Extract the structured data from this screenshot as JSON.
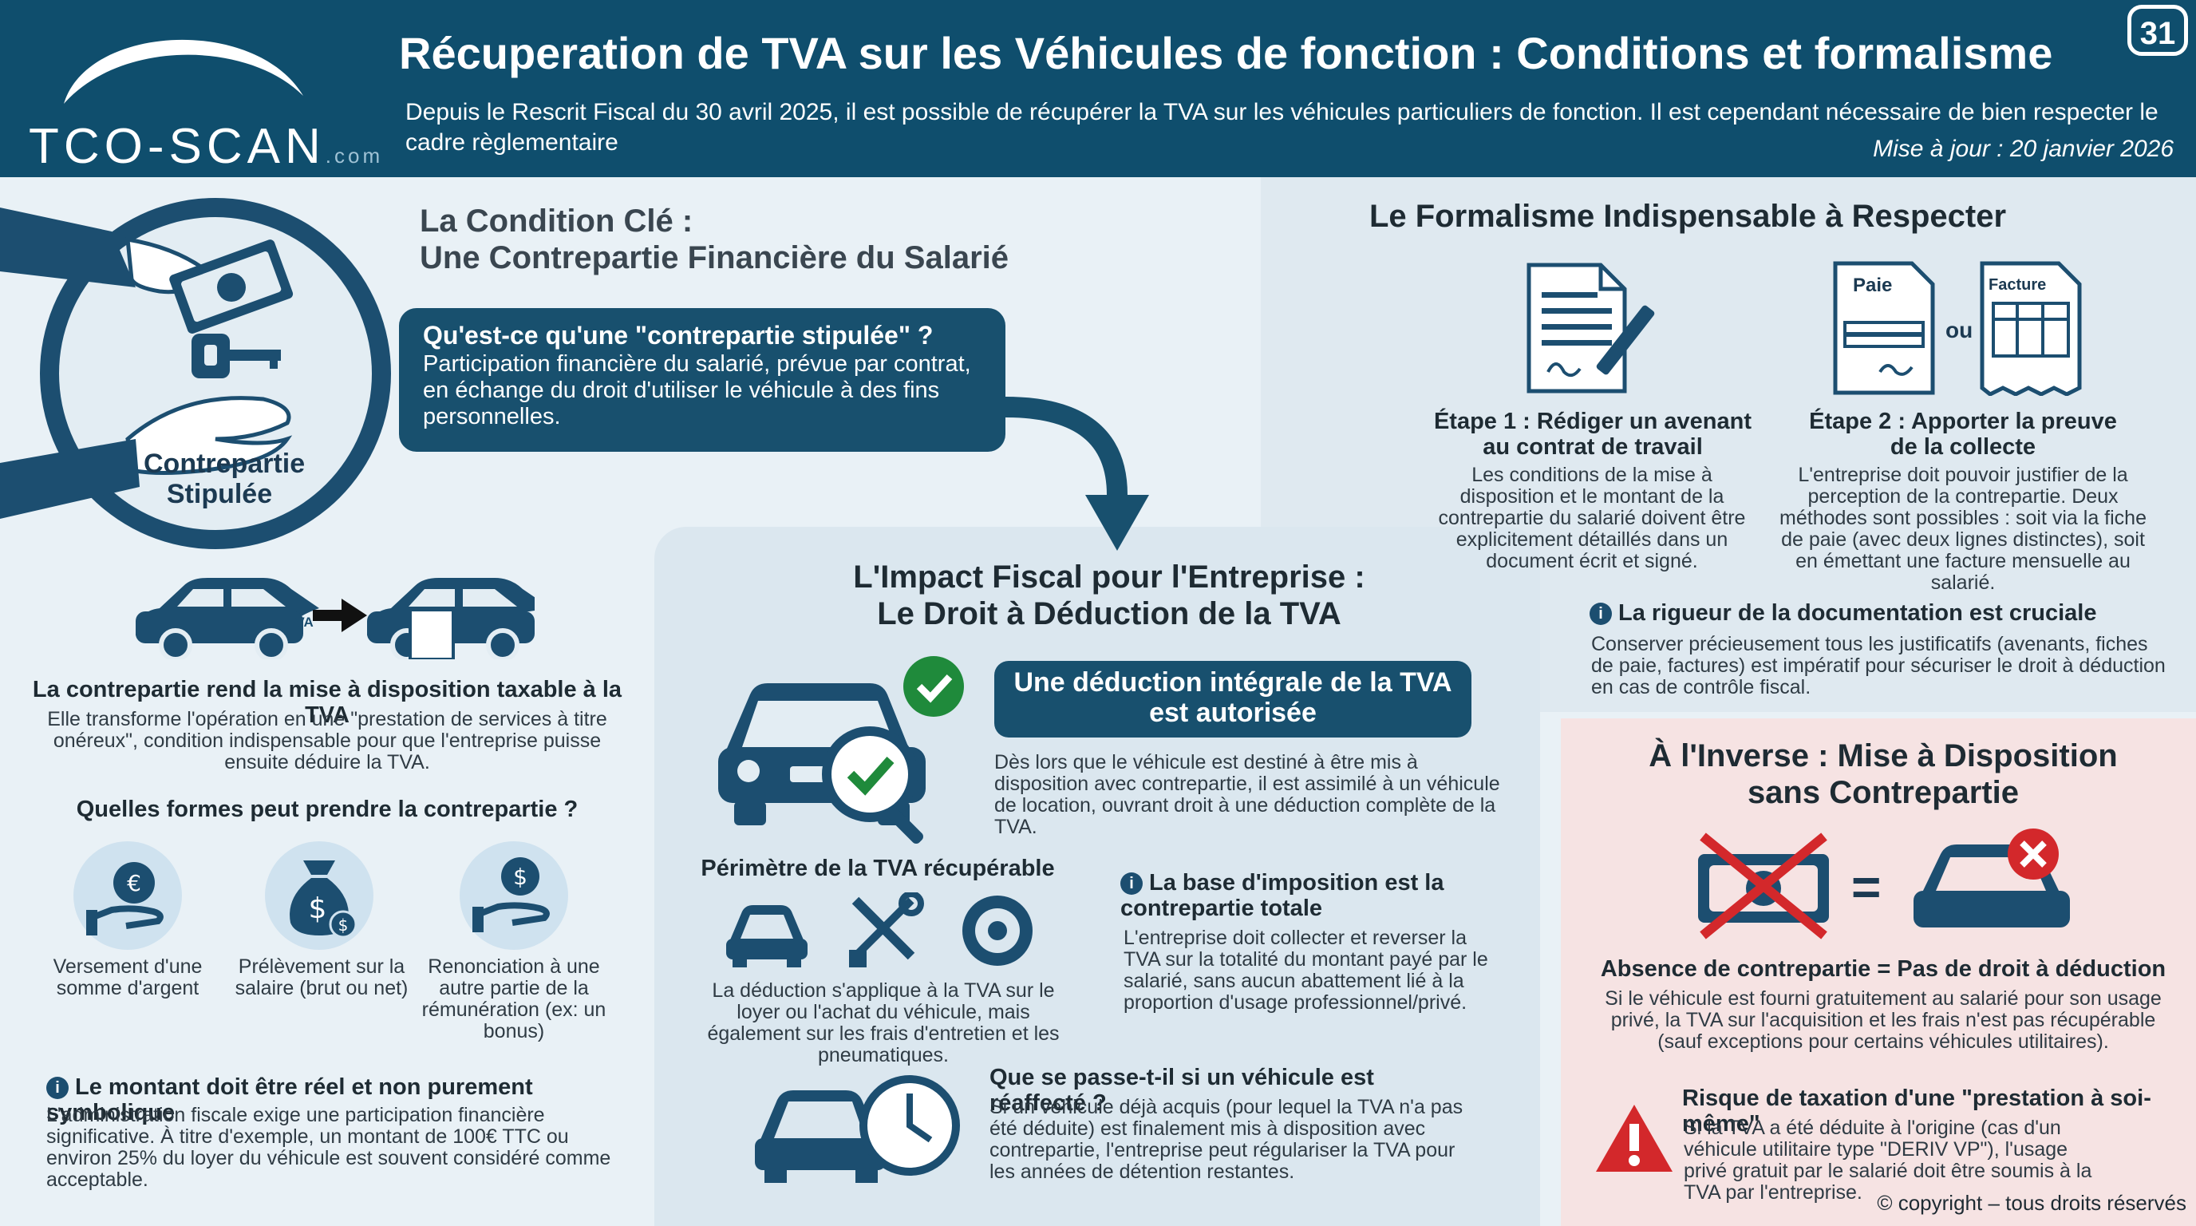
{
  "header": {
    "logo_main": "TCO-SCAN",
    "logo_suffix": ".com",
    "title": "Récuperation de TVA sur les Véhicules de fonction : Conditions et formalisme",
    "subtitle": "Depuis le Rescrit Fiscal du 30 avril 2025, il est possible de récupérer la TVA sur les véhicules particuliers de fonction. Il est cependant nécessaire de bien respecter le cadre règlementaire",
    "update": "Mise à jour : 20 janvier 2026",
    "page_number": "31"
  },
  "condition": {
    "title_line1": "La Condition Clé :",
    "title_line2": "Une Contrepartie Financière du Salarié",
    "hero_label_line1": "Contrepartie",
    "hero_label_line2": "Stipulée",
    "callout_question": "Qu'est-ce qu'une \"contrepartie stipulée\" ?",
    "callout_text": "Participation financière du salarié, prévue par contrat, en échange du droit d'utiliser le véhicule à des fins personnelles.",
    "taxable_heading": "La contrepartie rend la mise à disposition taxable à la TVA",
    "taxable_text": "Elle transforme l'opération en une \"prestation de services à titre onéreux\", condition indispensable pour que l'entreprise puisse ensuite déduire la TVA.",
    "tva_doc_label": "TVA",
    "forms_heading": "Quelles formes peut prendre la contrepartie ?",
    "forms": [
      {
        "icon": "hand-euro-coin-icon",
        "label": "Versement d'une somme d'argent"
      },
      {
        "icon": "money-bag-dollar-icon",
        "label": "Prélèvement sur la salaire (brut ou net)"
      },
      {
        "icon": "hand-dollar-coin-icon",
        "label": "Renonciation à une autre partie de la rémunération (ex: un bonus)"
      }
    ],
    "note_heading": "Le montant doit être réel et non purement symbolique",
    "note_text": "L'administration fiscale exige une participation financière significative. À titre d'exemple, un montant de 100€ TTC ou environ 25% du loyer du véhicule est souvent considéré comme acceptable."
  },
  "impact": {
    "title_line1": "L'Impact Fiscal pour l'Entreprise :",
    "title_line2": "Le Droit à Déduction de la TVA",
    "deduction_line1": "Une déduction intégrale de la TVA",
    "deduction_line2": "est autorisée",
    "deduction_text": "Dès lors que le véhicule est destiné à être mis à disposition avec contrepartie, il est assimilé à un véhicule de location, ouvrant droit à une déduction complète de la TVA.",
    "scope_heading": "Périmètre de la TVA récupérable",
    "scope_text": "La déduction s'applique à la TVA sur le loyer ou l'achat du véhicule, mais également sur les frais d'entretien et les pneumatiques.",
    "base_heading": "La base d'imposition est la contrepartie totale",
    "base_text": "L'entreprise doit collecter et reverser la TVA sur la totalité du montant payé par le salarié, sans aucun abattement lié à la proportion d'usage professionnel/privé.",
    "reassign_heading": "Que se passe-t-il si un véhicule est réaffecté ?",
    "reassign_text": "Si un véhicule déjà acquis (pour lequel la TVA n'a pas été déduite) est finalement mis à disposition avec contrepartie, l'entreprise peut régulariser la TVA pour les années de détention restantes."
  },
  "formalism": {
    "title": "Le Formalisme Indispensable à Respecter",
    "step1_heading": "Étape 1 : Rédiger un avenant au contrat de travail",
    "step1_text": "Les conditions de la mise à disposition et le montant de la contrepartie du salarié doivent être explicitement détaillés dans un document écrit et signé.",
    "step2_heading": "Étape 2 : Apporter la preuve de la collecte",
    "step2_text": "L'entreprise doit pouvoir justifier de la perception de la contrepartie. Deux méthodes sont possibles : soit via la fiche de paie (avec deux lignes distinctes), soit en émettant une facture mensuelle au salarié.",
    "doc_paie": "Paie",
    "doc_ou": "ou",
    "doc_facture": "Facture",
    "rigor_heading": "La rigueur de la documentation est cruciale",
    "rigor_text": "Conserver précieusement tous les justificatifs (avenants, fiches de paie, factures) est impératif pour sécuriser le droit à déduction en cas de contrôle fiscal."
  },
  "inverse": {
    "title_line1": "À l'Inverse : Mise à Disposition",
    "title_line2": "sans Contrepartie",
    "equals": "=",
    "absence_heading": "Absence de contrepartie = Pas de droit à déduction",
    "absence_text": "Si le véhicule est fourni gratuitement au salarié pour son usage privé, la TVA sur l'acquisition et les frais n'est pas récupérable (sauf exceptions pour certains véhicules utilitaires).",
    "risk_heading": "Risque de taxation d'une \"prestation à soi-même\"",
    "risk_text": "Si la TVA a été déduite à l'origine (cas d'un véhicule utilitaire type \"DERIV VP\"), l'usage privé gratuit par le salarié doit être soumis à la TVA par l'entreprise."
  },
  "footer": {
    "copyright": "© copyright – tous droits réservés"
  },
  "colors": {
    "navy": "#0f4e6d",
    "accent_dark": "#18506e",
    "success_green": "#1f8a3b",
    "alert_red": "#d3282b",
    "pink_panel": "#f6e3e3"
  }
}
